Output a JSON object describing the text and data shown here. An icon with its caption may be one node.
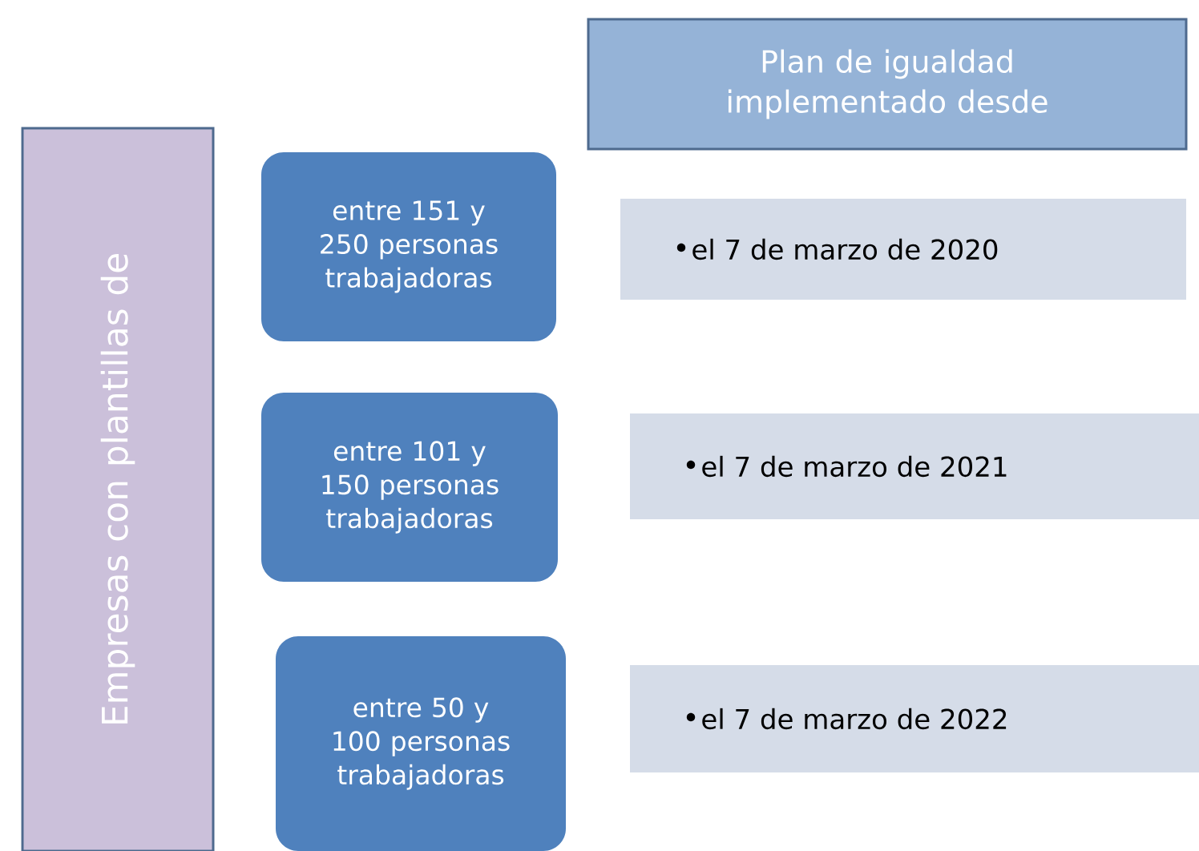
{
  "diagram": {
    "nodes": [
      {
        "text": [
          "Empresas con plantillas de"
        ]
      },
      {
        "text": [
          "Plan de igualdad implementado desde"
        ]
      },
      {
        "text": [
          "entre 151 y 250 personas trabajadoras"
        ]
      },
      {
        "text": [
          "el 7 de marzo de 2020"
        ]
      },
      {
        "text": [
          "entre 101 y 150 personas trabajadoras"
        ]
      },
      {
        "text": [
          "el 7 de marzo de 2021"
        ]
      },
      {
        "text": [
          "entre 50 y 100 personas trabajadoras"
        ]
      },
      {
        "text": [
          "el 7 de marzo de 2022"
        ]
      }
    ],
    "edges": []
  }
}
